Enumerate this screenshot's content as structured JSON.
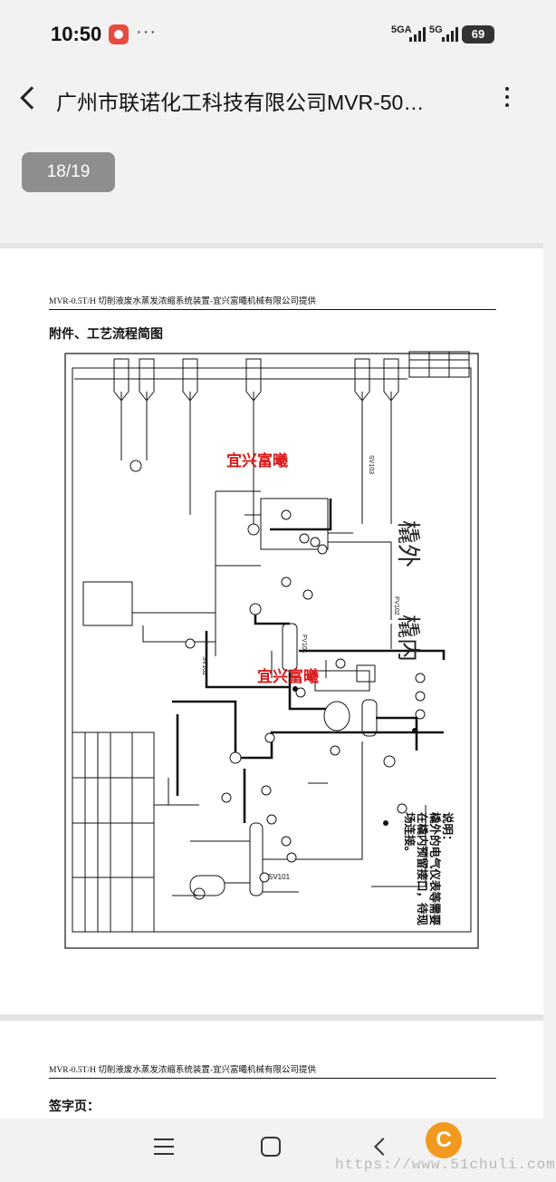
{
  "status": {
    "time": "10:50",
    "dots": "···",
    "net1": "5GA",
    "net2": "5G",
    "battery": "69"
  },
  "header": {
    "title": "广州市联诺化工科技有限公司MVR-50…"
  },
  "viewer": {
    "page_indicator": "18/19"
  },
  "page1": {
    "header_text": "MVR-0.5T/H 切削液废水蒸发浓缩系统装置-宜兴富曦机械有限公司提供",
    "section_title": "附件、工艺流程简图",
    "watermark_1": "宜兴富曦",
    "watermark_2": "宜兴富曦",
    "zone_outside": "橇外",
    "zone_inside": "橇内",
    "note_lines": [
      "说明：",
      "橇外的电气仪表等需要",
      "在橇内预留接口，待现",
      "场连接。"
    ],
    "equip_tags": [
      "SV103",
      "FV102",
      "FV101",
      "SV102",
      "SV101"
    ]
  },
  "page2": {
    "header_text": "MVR-0.5T/H 切削液废水蒸发浓缩系统装置-宜兴富曦机械有限公司提供",
    "section_title": "签字页："
  },
  "footer": {
    "site_watermark": "https://www.51chuli.com",
    "logo_letter": "C"
  },
  "colors": {
    "watermark_red": "#d71a1a",
    "battery_bg": "#333333",
    "page_indicator_bg": "#8e8e8e"
  }
}
